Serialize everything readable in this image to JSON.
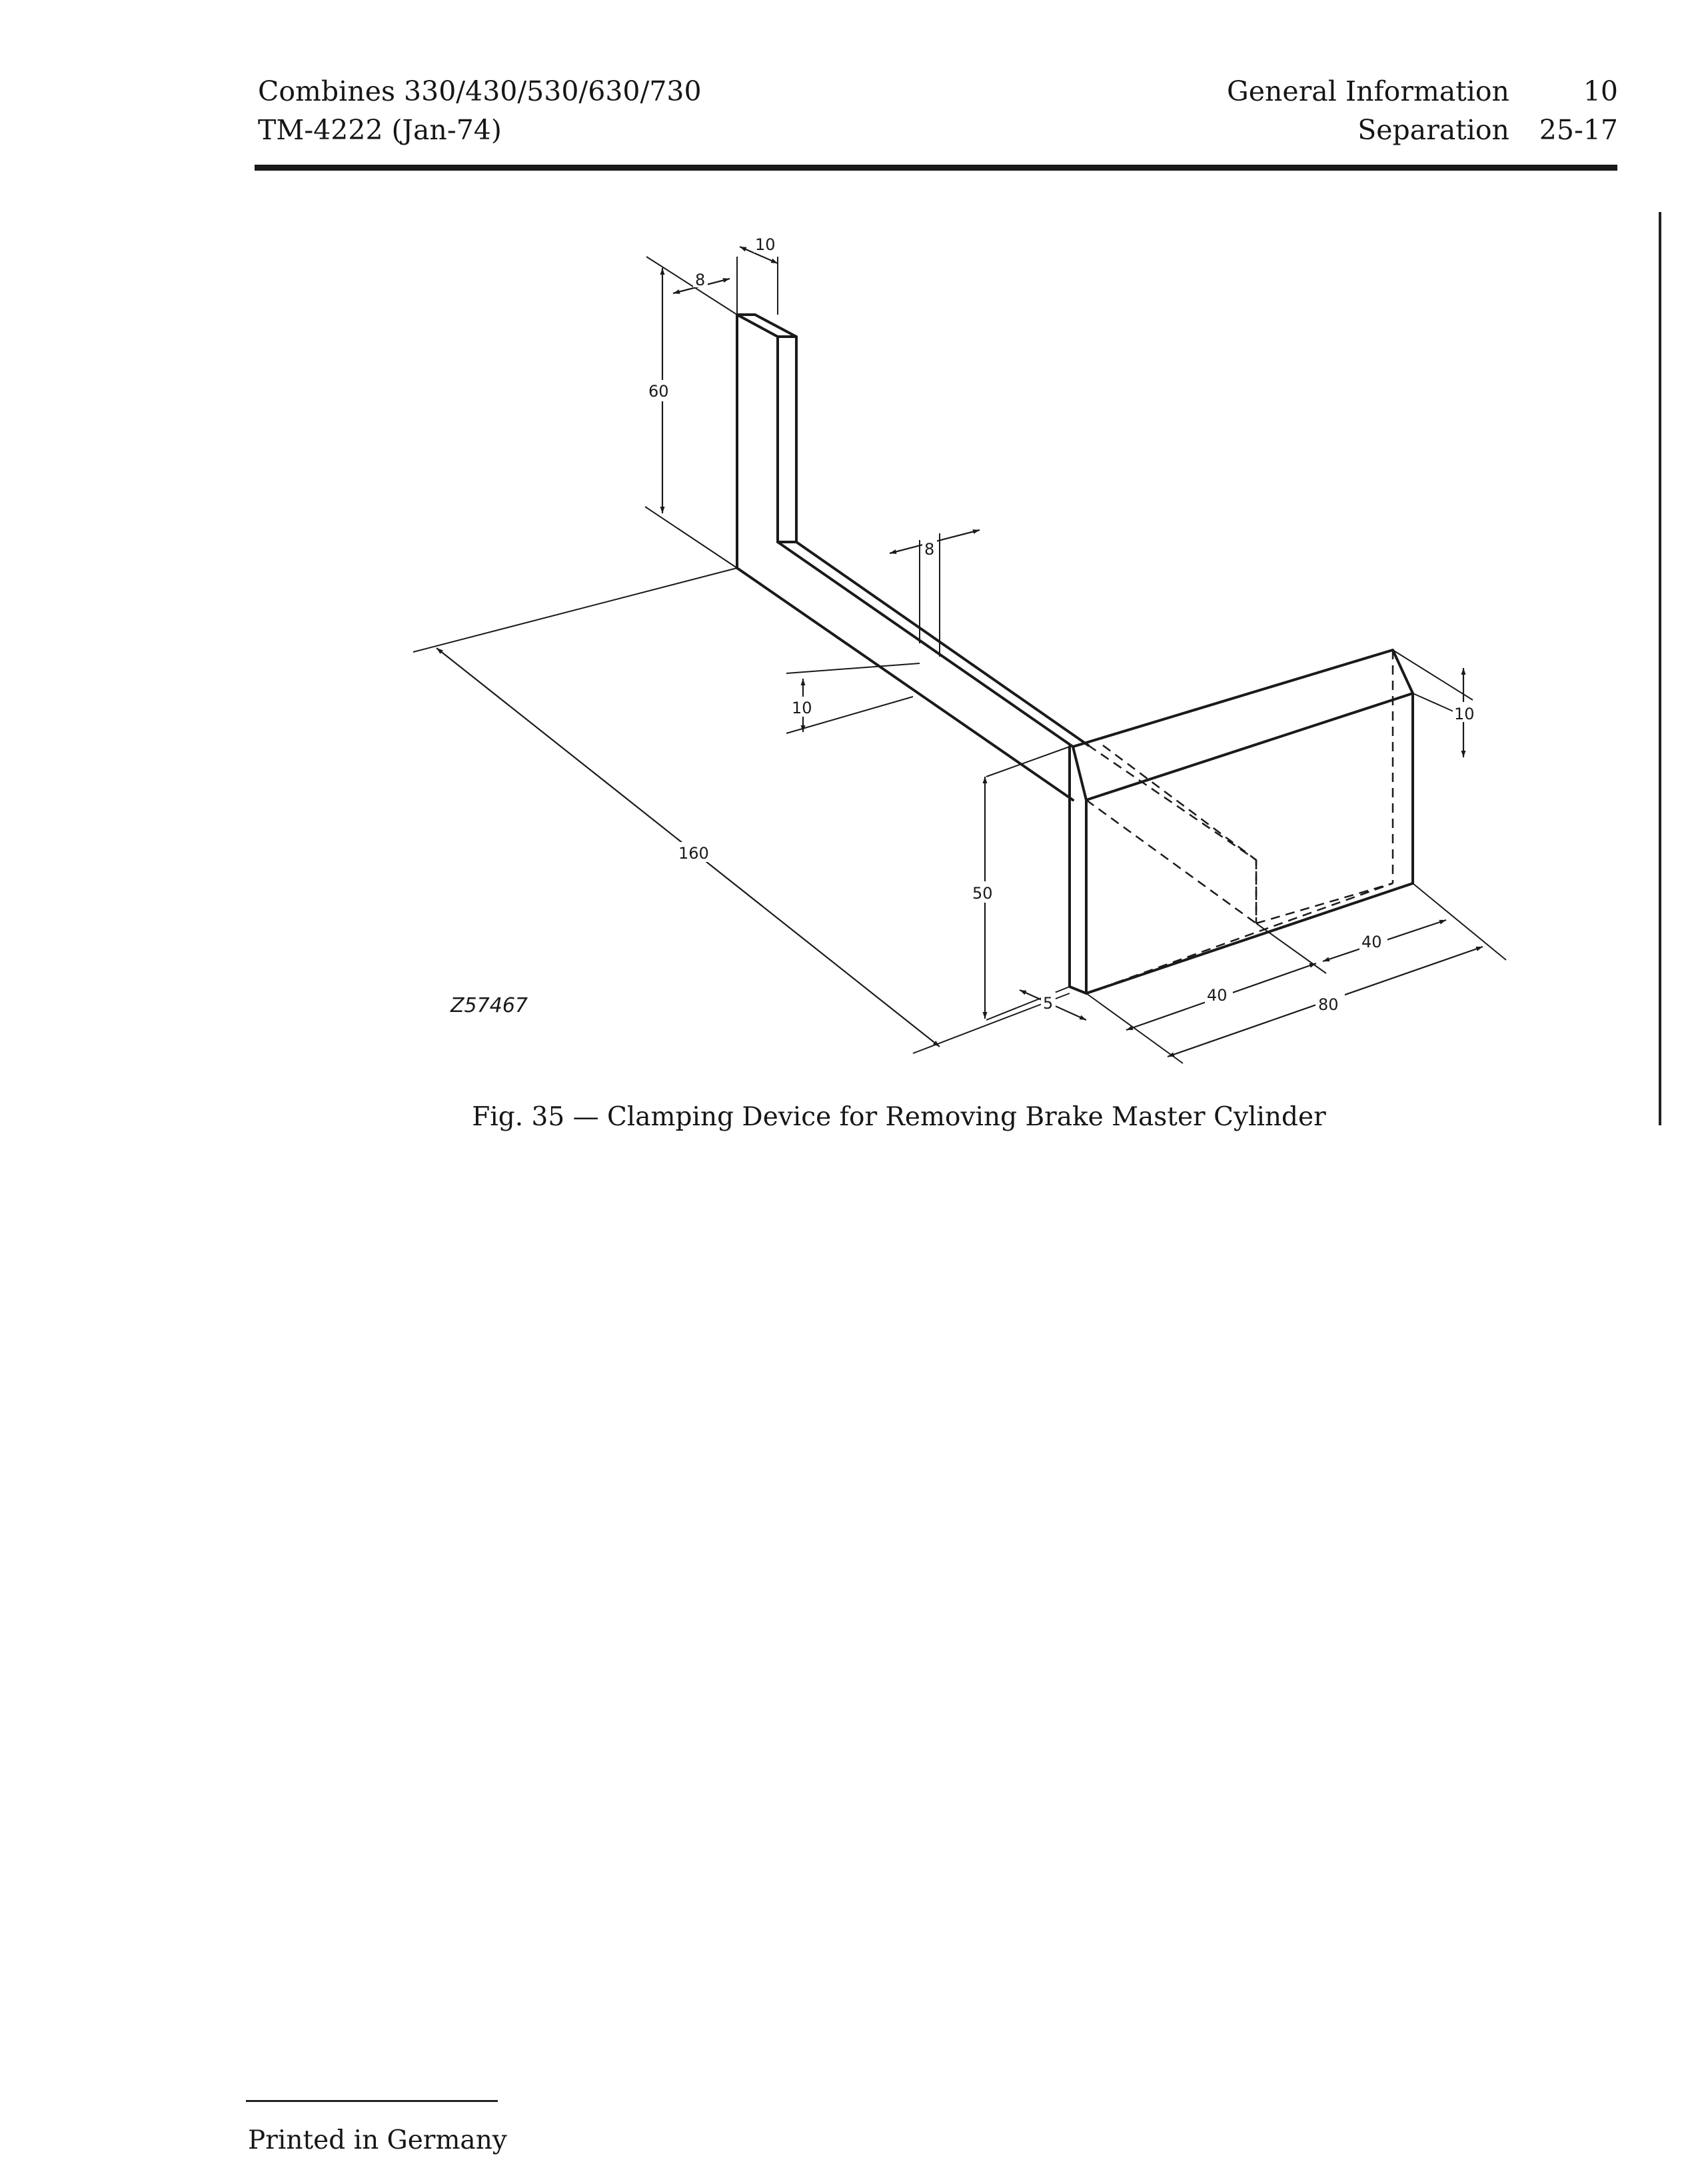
{
  "header": {
    "left_line1": "Combines 330/430/530/630/730",
    "left_line2": "TM-4222 (Jan-74)",
    "right_line1_label": "General Information",
    "right_line1_code": "10",
    "right_line2_label": "Separation",
    "right_line2_code": "25-17"
  },
  "figure": {
    "reference": "Z57467",
    "dimensions": {
      "top_width": "10",
      "top_thickness": "8",
      "upright_height": "60",
      "arm_thickness": "8",
      "arm_height": "10",
      "overall_length": "160",
      "block_height": "50",
      "block_chamfer": "10",
      "offset": "5",
      "half_width_front": "40",
      "half_width_back": "40",
      "full_width": "80"
    },
    "caption": "Fig. 35 — Clamping Device for Removing Brake Master Cylinder"
  },
  "footer": {
    "text": "Printed in Germany"
  }
}
